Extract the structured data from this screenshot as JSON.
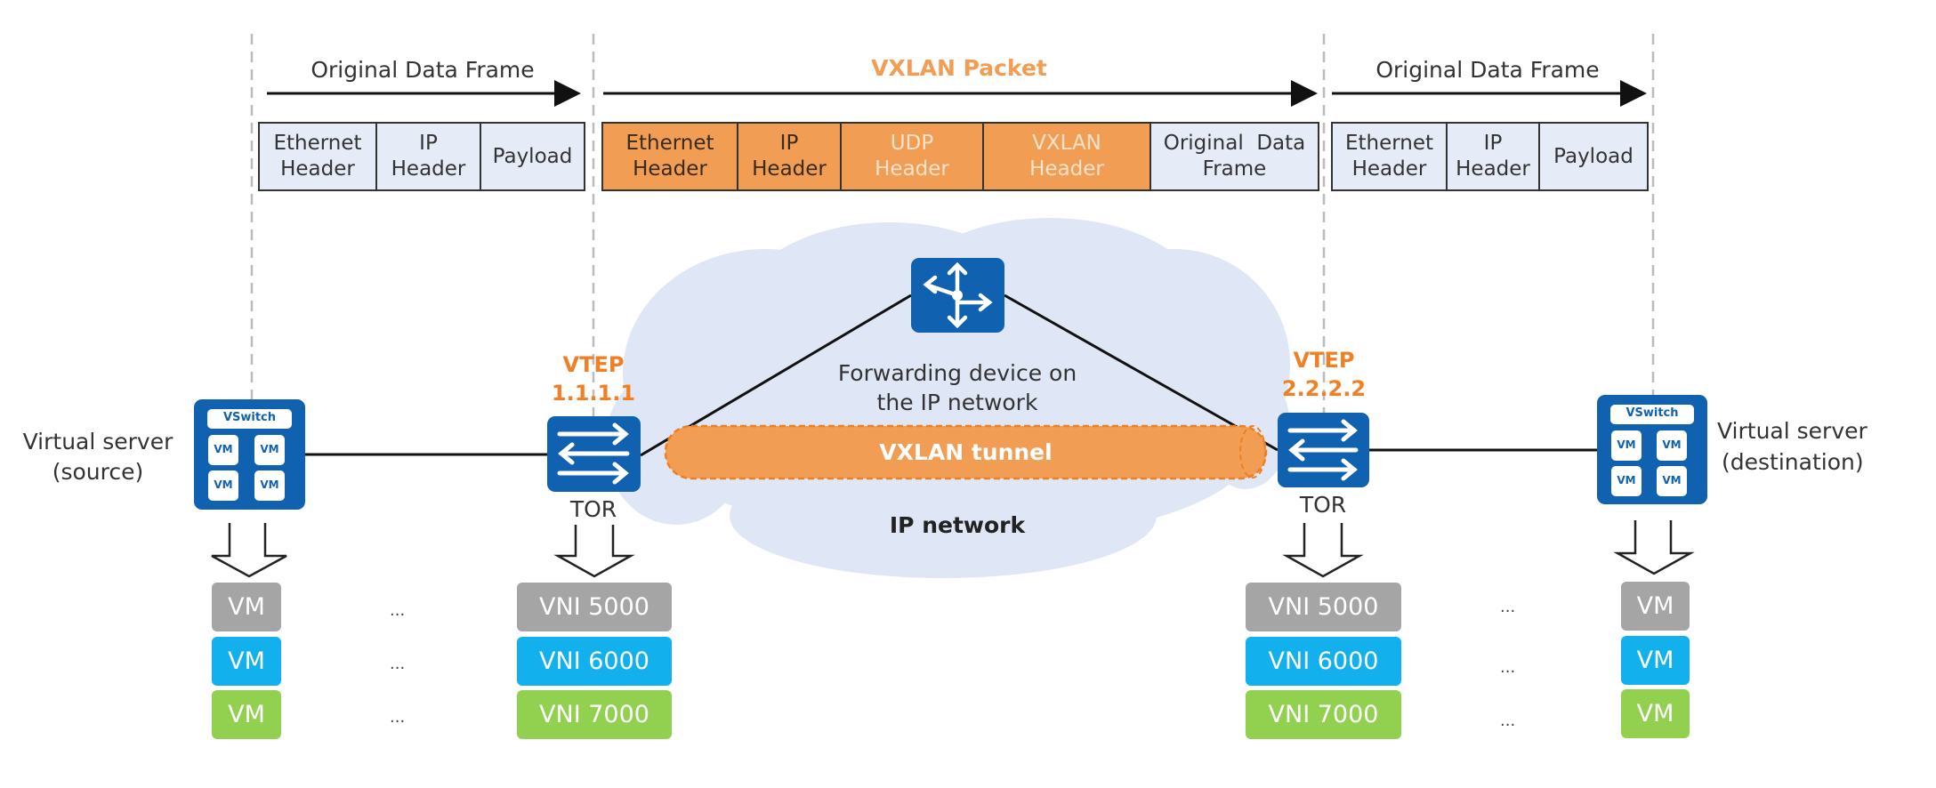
{
  "headers": {
    "left_frame_title": "Original Data Frame",
    "vxlan_packet_title": "VXLAN Packet",
    "right_frame_title": "Original Data Frame"
  },
  "left_frame": [
    {
      "label": "Ethernet\nHeader",
      "fill": "light"
    },
    {
      "label": "IP\nHeader",
      "fill": "light"
    },
    {
      "label": "Payload",
      "fill": "light"
    }
  ],
  "vxlan_packet": [
    {
      "label": "Ethernet\nHeader",
      "fill": "orange"
    },
    {
      "label": "IP\nHeader",
      "fill": "orange"
    },
    {
      "label": "UDP\nHeader",
      "fill": "orange"
    },
    {
      "label": "VXLAN\nHeader",
      "fill": "orange"
    },
    {
      "label": "Original  Data\nFrame",
      "fill": "light"
    }
  ],
  "right_frame": [
    {
      "label": "Ethernet\nHeader",
      "fill": "light"
    },
    {
      "label": "IP\nHeader",
      "fill": "light"
    },
    {
      "label": "Payload",
      "fill": "light"
    }
  ],
  "source_server": {
    "label_line1": "Virtual server",
    "label_line2": "(source)",
    "vswitch": "VSwitch",
    "vm": "VM"
  },
  "dest_server": {
    "label_line1": "Virtual server",
    "label_line2": "(destination)",
    "vswitch": "VSwitch",
    "vm": "VM"
  },
  "left_tor": {
    "vtep": "VTEP",
    "ip": "1.1.1.1",
    "label": "TOR"
  },
  "right_tor": {
    "vtep": "VTEP",
    "ip": "2.2.2.2",
    "label": "TOR"
  },
  "forwarding_device": {
    "line1": "Forwarding device on",
    "line2": "the IP network"
  },
  "tunnel_label": "VXLAN tunnel",
  "network_label": "IP network",
  "ellipsis": "...",
  "left_vms": [
    "VM",
    "VM",
    "VM"
  ],
  "left_vnis": [
    "VNI 5000",
    "VNI 6000",
    "VNI 7000"
  ],
  "right_vnis": [
    "VNI 5000",
    "VNI 6000",
    "VNI 7000"
  ],
  "right_vms": [
    "VM",
    "VM",
    "VM"
  ],
  "colors": {
    "device_blue": "#1061AF",
    "vxlan_orange": "#F29D54",
    "vtep_orange": "#F08026",
    "frame_light": "#E5ECF7",
    "cloud": "#DFE6F5",
    "vni_5000": "#A5A5A5",
    "vni_6000": "#13B0EE",
    "vni_7000": "#92D050"
  }
}
